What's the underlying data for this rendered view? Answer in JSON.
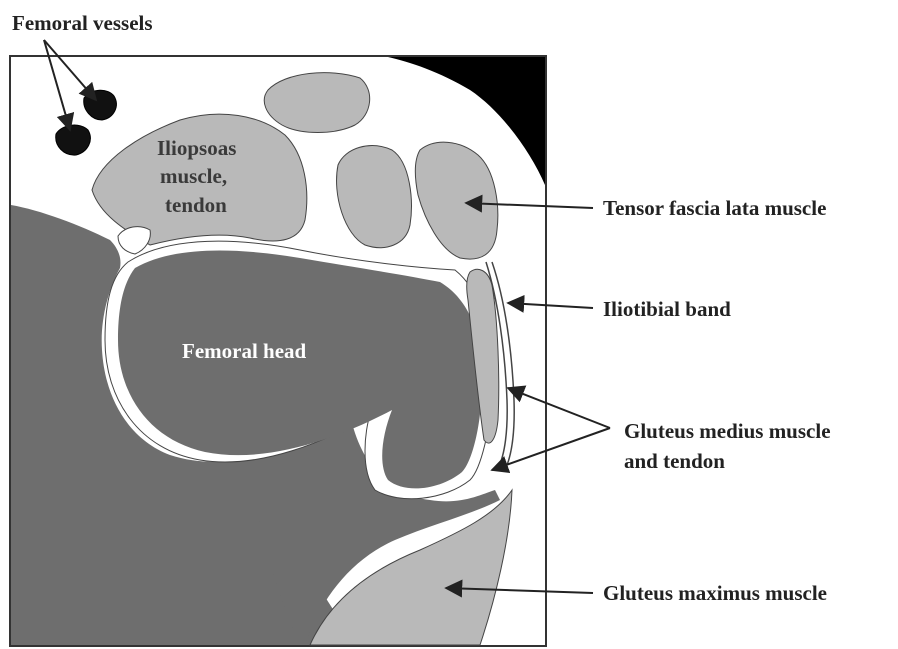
{
  "labels": {
    "femoral_vessels": "Femoral vessels",
    "iliopsoas_line1": "Iliopsoas",
    "iliopsoas_line2": "muscle,",
    "iliopsoas_line3": "tendon",
    "tensor": "Tensor fascia lata muscle",
    "iliotibial": "Iliotibial band",
    "femoral_head": "Femoral head",
    "gluteus_medius_line1": "Gluteus medius muscle",
    "gluteus_medius_line2": "and tendon",
    "gluteus_maximus": "Gluteus maximus muscle"
  },
  "colors": {
    "bone": "#6e6e6e",
    "muscle": "#b9b9b9",
    "fat": "#ffffff",
    "vessel": "#111111",
    "background_corner": "#000000"
  }
}
